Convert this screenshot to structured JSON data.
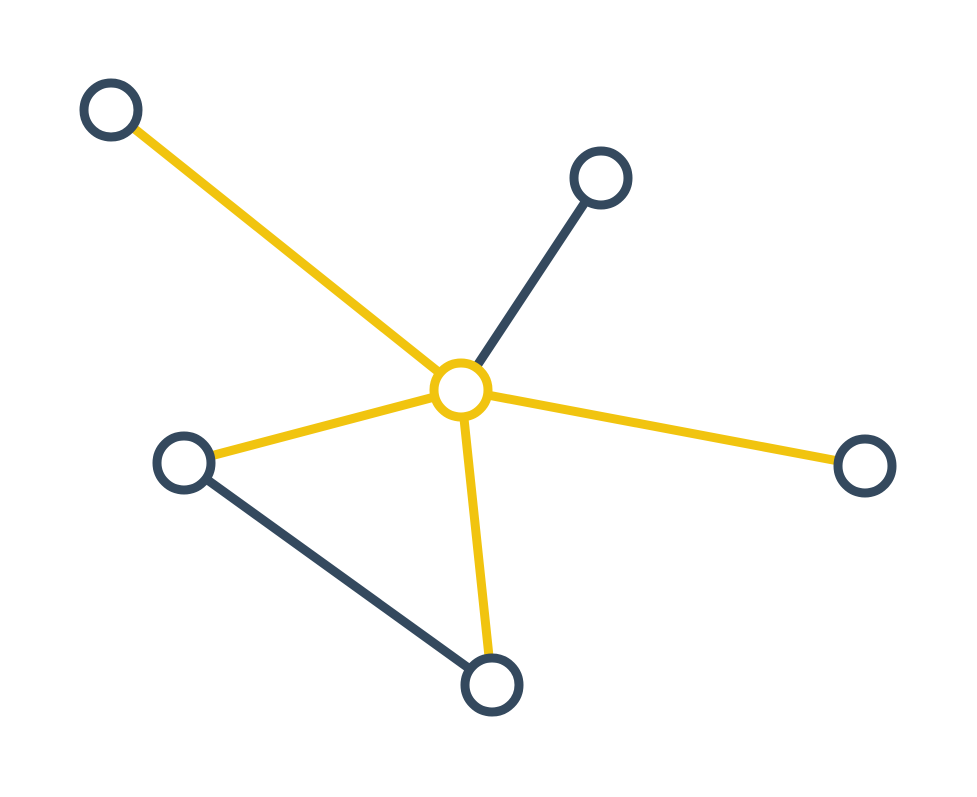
{
  "graph": {
    "colors": {
      "background": "#ffffff",
      "highlight": "#F1C40F",
      "default": "#34495E",
      "node_fill": "#ffffff"
    },
    "nodes": [
      {
        "id": "hub",
        "role": "center",
        "highlighted": true
      },
      {
        "id": "top-left",
        "highlighted": false
      },
      {
        "id": "top-right",
        "highlighted": false
      },
      {
        "id": "left",
        "highlighted": false
      },
      {
        "id": "right",
        "highlighted": false
      },
      {
        "id": "bottom",
        "highlighted": false
      }
    ],
    "edges": [
      {
        "from": "hub",
        "to": "top-left",
        "highlighted": true
      },
      {
        "from": "hub",
        "to": "top-right",
        "highlighted": false
      },
      {
        "from": "hub",
        "to": "left",
        "highlighted": true
      },
      {
        "from": "hub",
        "to": "right",
        "highlighted": true
      },
      {
        "from": "hub",
        "to": "bottom",
        "highlighted": true
      },
      {
        "from": "left",
        "to": "bottom",
        "highlighted": false
      }
    ]
  }
}
